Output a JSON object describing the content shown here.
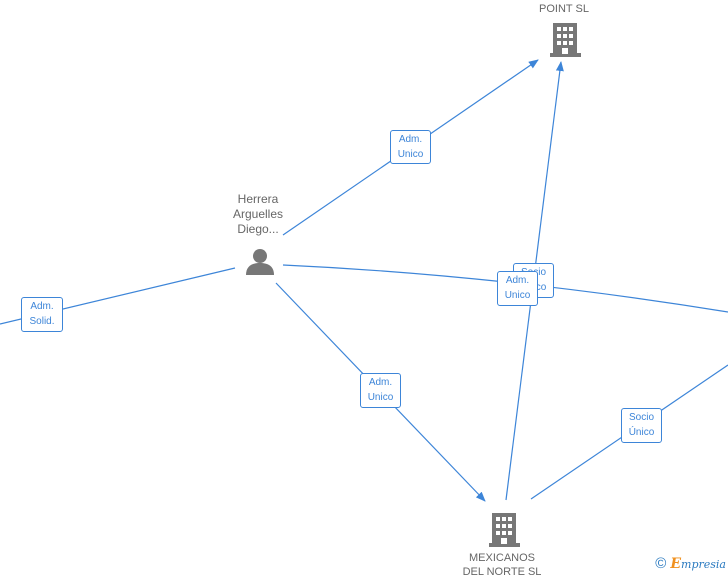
{
  "nodes": {
    "point_sl": {
      "label": "POINT  SL",
      "type": "company"
    },
    "person": {
      "label_lines": [
        "Herrera",
        "Arguelles",
        "Diego..."
      ],
      "type": "person"
    },
    "mexicanos": {
      "label_lines": [
        "MEXICANOS",
        "DEL NORTE  SL"
      ],
      "type": "company"
    }
  },
  "edge_labels": [
    {
      "id": "adm-unico-point",
      "lines": [
        "Adm.",
        "Unico"
      ]
    },
    {
      "id": "adm-solid",
      "lines": [
        "Adm.",
        "Solid."
      ]
    },
    {
      "id": "adm-unico-mexicanos",
      "lines": [
        "Adm.",
        "Unico"
      ]
    },
    {
      "id": "socio-unico-hidden",
      "lines": [
        "Socio",
        "Único"
      ]
    },
    {
      "id": "adm-unico-right",
      "lines": [
        "Adm.",
        "Unico"
      ]
    },
    {
      "id": "socio-unico-lower",
      "lines": [
        "Socio",
        "Único"
      ]
    }
  ],
  "footer": {
    "copyright": "©",
    "brand_e": "E",
    "brand_rest": "mpresia"
  },
  "colors": {
    "edge": "#3d85d8",
    "icon": "#777777",
    "label_text": "#666666"
  }
}
